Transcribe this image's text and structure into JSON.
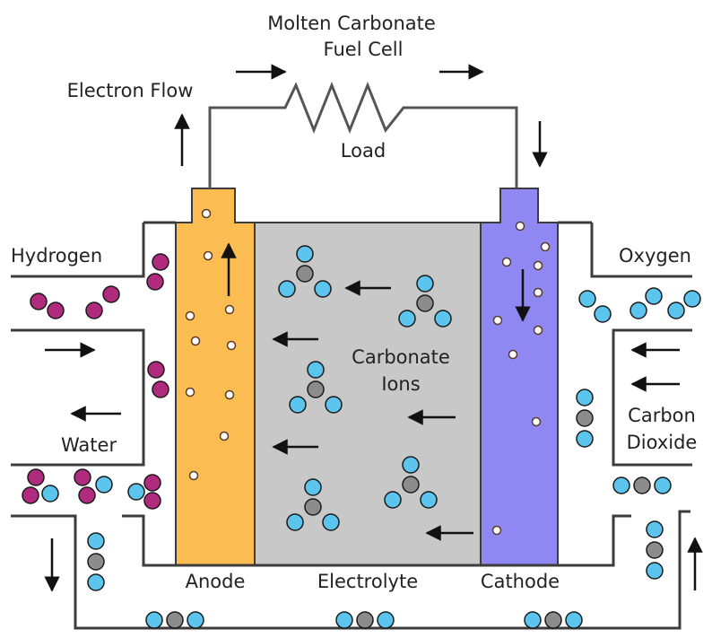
{
  "title_line1": "Molten Carbonate",
  "title_line2": "Fuel Cell",
  "load_label": "Load",
  "electron_flow_label": "Electron Flow",
  "hydrogen_label": "Hydrogen",
  "water_label": "Water",
  "oxygen_label": "Oxygen",
  "carbon_dioxide_line1": "Carbon",
  "carbon_dioxide_line2": "Dioxide",
  "carbonate_ions_line1": "Carbonate",
  "carbonate_ions_line2": "Ions",
  "anode_label": "Anode",
  "electrolyte_label": "Electrolyte",
  "cathode_label": "Cathode",
  "colors": {
    "anode": "#fbbd52",
    "cathode": "#8f88f2",
    "electrolyte": "#c8c8c8",
    "hydrogen_atom": "#b02a7e",
    "oxygen_atom": "#5cc5ee",
    "carbon_atom": "#8c8c8c",
    "electron": "#ffffff",
    "wall": "#3c3c3c"
  }
}
